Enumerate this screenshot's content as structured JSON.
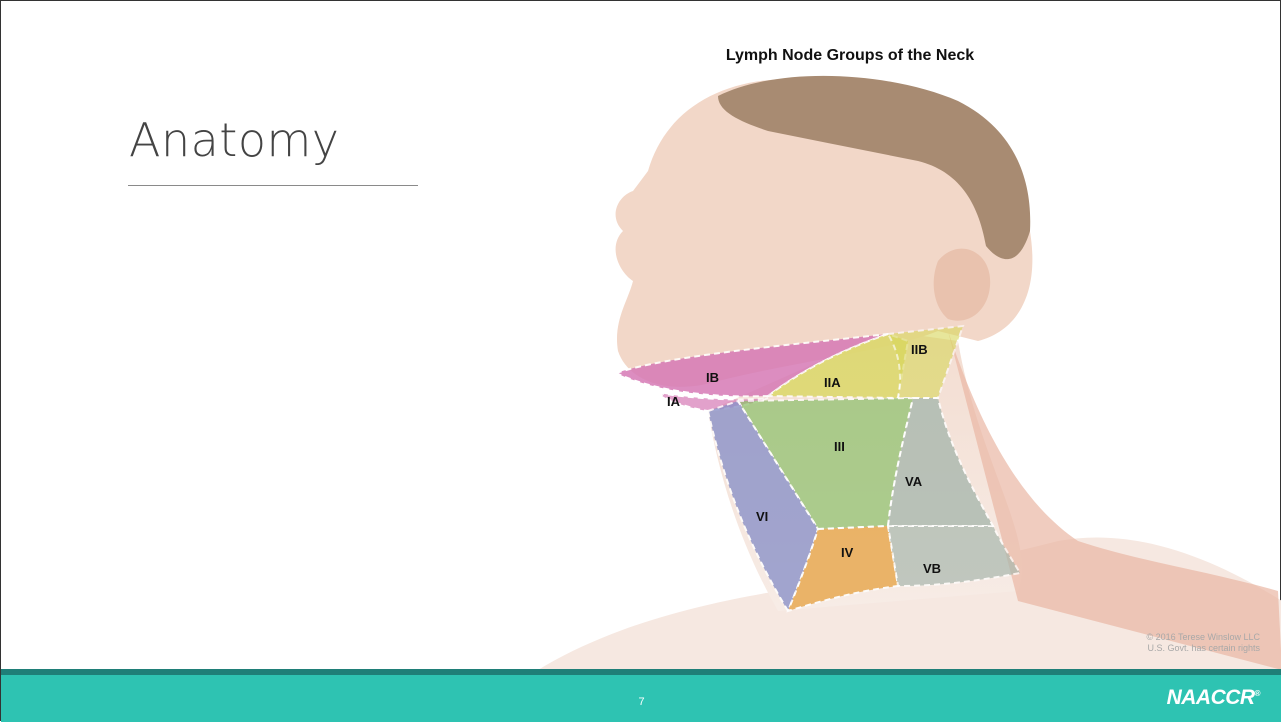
{
  "slide": {
    "title": "Anatomy",
    "page_number": "7",
    "logo": "NAACCR"
  },
  "figure": {
    "title": "Lymph Node Groups of the Neck",
    "copyright_line1": "© 2016 Terese Winslow LLC",
    "copyright_line2": "U.S. Govt. has certain rights",
    "regions": {
      "IA": "IA",
      "IB": "IB",
      "IIA": "IIA",
      "IIB": "IIB",
      "III": "III",
      "IV": "IV",
      "VA": "VA",
      "VB": "VB",
      "VI": "VI"
    },
    "colors": {
      "level_I": "#d67ab6",
      "level_II": "#d8d75a",
      "level_III": "#8cc06a",
      "level_IV": "#e8a64a",
      "level_V": "#a9b8ae",
      "level_VI": "#8c93c9",
      "skin": "#f0d2c2",
      "hair": "#a88b72"
    }
  }
}
